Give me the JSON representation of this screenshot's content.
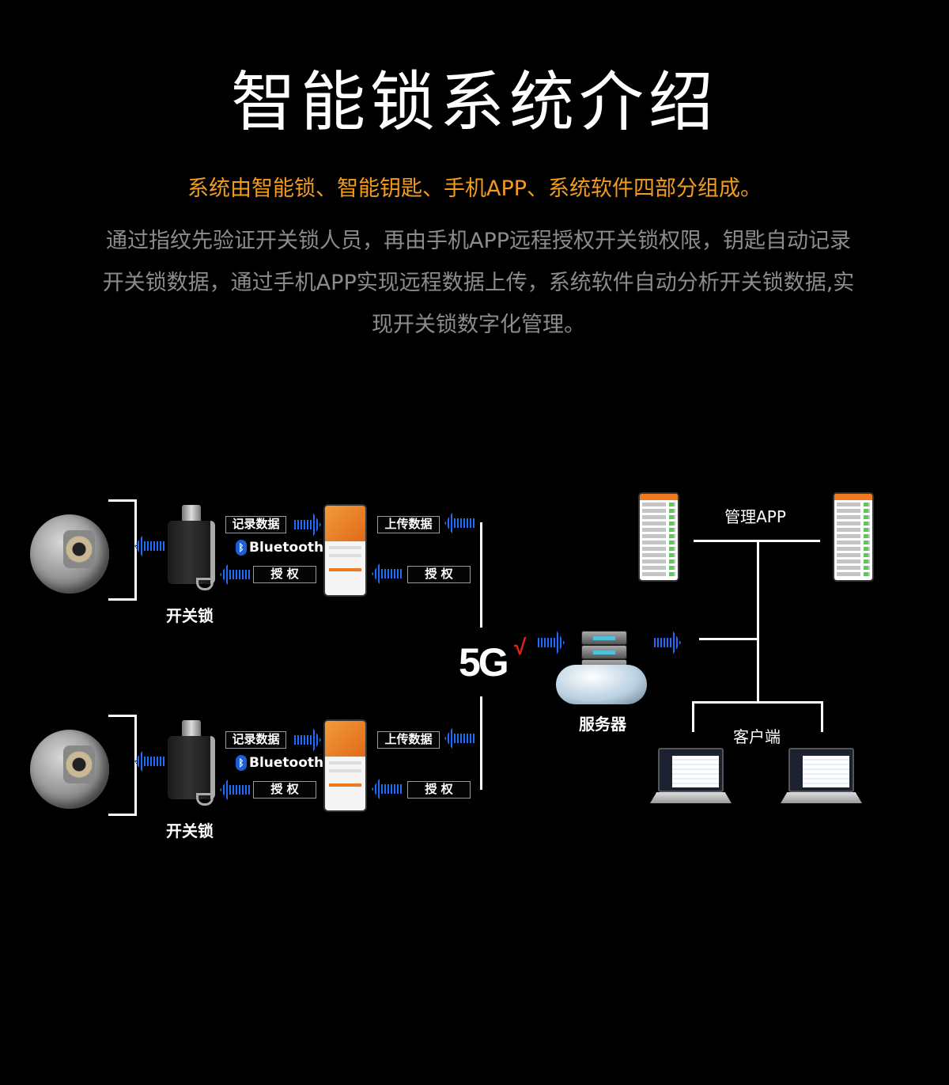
{
  "title": "智能锁系统介绍",
  "subtitle": "系统由智能锁、智能钥匙、手机APP、系统软件四部分组成。",
  "description": [
    "通过指纹先验证开关锁人员，再由手机APP远程授权开关锁权限，钥匙自动记录",
    "开关锁数据，通过手机APP实现远程数据上传，系统软件自动分析开关锁数据,实",
    "现开关锁数字化管理。"
  ],
  "diagram": {
    "rows": [
      {
        "lock_label": "开关锁",
        "record_label": "记录数据",
        "bluetooth": "Bluetooth",
        "auth_label": "授 权",
        "upload_label": "上传数据",
        "auth2_label": "授 权"
      },
      {
        "lock_label": "开关锁",
        "record_label": "记录数据",
        "bluetooth": "Bluetooth",
        "auth_label": "授 权",
        "upload_label": "上传数据",
        "auth2_label": "授 权"
      }
    ],
    "network": "5G",
    "network_check": "√",
    "server_label": "服务器",
    "mgmt_app_label": "管理APP",
    "client_label": "客户端"
  },
  "colors": {
    "accent": "#f29b1d",
    "arrow": "#1e6cff",
    "check": "#e0241b"
  }
}
